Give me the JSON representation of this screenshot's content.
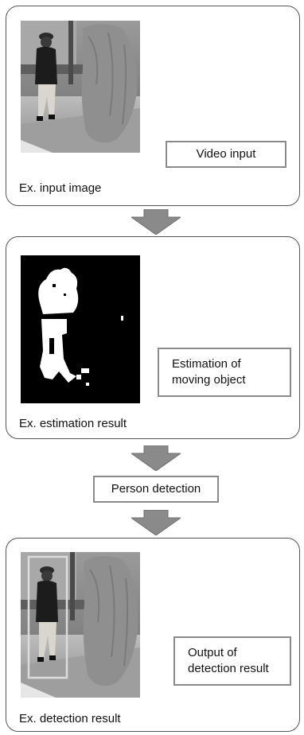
{
  "stages": [
    {
      "step_label": "Video input",
      "caption": "Ex. input image"
    },
    {
      "step_label": "Estimation of moving object",
      "caption": "Ex. estimation result"
    },
    {
      "step_label": "Output of detection result",
      "caption": "Ex. detection result"
    }
  ],
  "middle_step": {
    "label": "Person detection"
  },
  "colors": {
    "arrow_fill": "#8a8a8a",
    "box_border": "#8a8a8a",
    "panel_border": "#555555",
    "detection_box": "#d8d8d8"
  }
}
